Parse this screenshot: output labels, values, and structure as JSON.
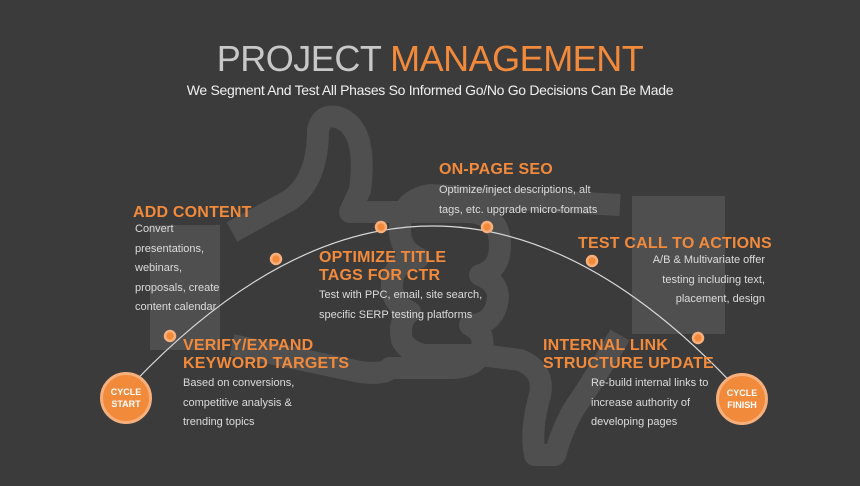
{
  "title": {
    "part1": "PROJECT ",
    "part2": "MANAGEMENT"
  },
  "subtitle": "We Segment And Test All Phases So Informed Go/No Go Decisions Can Be Made",
  "colors": {
    "background": "#3b3b3b",
    "accent": "#f28a3c"
  },
  "cycle_start": {
    "line1": "CYCLE",
    "line2": "START"
  },
  "cycle_finish": {
    "line1": "CYCLE",
    "line2": "FINISH"
  },
  "steps": [
    {
      "title": "VERIFY/EXPAND KEYWORD TARGETS",
      "text": "Based on conversions, competitive analysis & trending topics"
    },
    {
      "title": "ADD CONTENT",
      "text": "Convert presentations, webinars, proposals, create content calendar"
    },
    {
      "title": "OPTIMIZE TITLE TAGS FOR CTR",
      "text": "Test with PPC, email, site search, specific SERP testing platforms"
    },
    {
      "title": "ON-PAGE SEO",
      "text": "Optimize/inject descriptions, alt tags, etc. upgrade micro-formats"
    },
    {
      "title": "TEST CALL TO ACTIONS",
      "text": "A/B & Multivariate offer testing including text, placement, design"
    },
    {
      "title": "INTERNAL LINK STRUCTURE UPDATE",
      "text": "Re-build internal links to increase authority of developing pages"
    }
  ]
}
